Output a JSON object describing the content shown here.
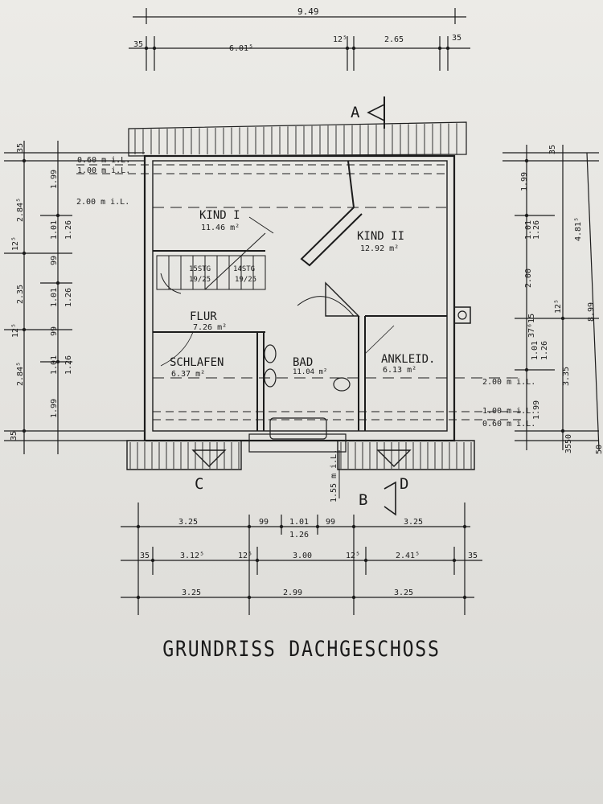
{
  "title": "GRUNDRISS DACHGESCHOSS",
  "dimensions": {
    "top_total": "9.49",
    "top_row": [
      "35",
      "6.01⁵",
      "12⁵",
      "2.65",
      "35"
    ],
    "bottom_row1": [
      "3.25",
      "99",
      "1.01",
      "99",
      "3.25"
    ],
    "bottom_row1_sub": "1.26",
    "bottom_row2": [
      "35",
      "3.12⁵",
      "12⁵",
      "3.00",
      "12⁵",
      "2.41⁵",
      "35"
    ],
    "bottom_row3": [
      "3.25",
      "2.99",
      "3.25"
    ],
    "left_outer": [
      "35",
      "2.84⁵",
      "12⁵",
      "2.35",
      "12⁵",
      "2.84⁵",
      "35"
    ],
    "left_inner": [
      "1.99",
      "1.01",
      "99",
      "1.01",
      "99",
      "1.01",
      "1.99"
    ],
    "left_inner2": [
      "1.26",
      "1.26",
      "1.26"
    ],
    "right_outer": [
      "35",
      "4.81⁵",
      "12⁵",
      "3.35",
      "50",
      "35"
    ],
    "right_inner": [
      "1.99",
      "1.01",
      "2.00",
      "1.01",
      "1.99"
    ],
    "right_inner2": [
      "1.26",
      "37⁶15",
      "1.26"
    ],
    "right_total": "8.99",
    "right_edge": "50"
  },
  "heights": {
    "h060_left": "0.60 m i.L.",
    "h100_left": "1.00 m i.L.",
    "h200_left": "2.00 m i.L.",
    "h200_right": "2.00 m i.L.",
    "h100_right": "1.00 m i.L.",
    "h060_right": "0.60 m i.L.",
    "h155": "1.55 m i.L."
  },
  "rooms": [
    {
      "id": "kind1",
      "name": "KIND I",
      "area": "11.46 m²"
    },
    {
      "id": "kind2",
      "name": "KIND II",
      "area": "12.92 m²"
    },
    {
      "id": "flur",
      "name": "FLUR",
      "area": "7.26 m²"
    },
    {
      "id": "schlafen",
      "name": "SCHLAFEN",
      "area": "6.37 m²"
    },
    {
      "id": "bad",
      "name": "BAD",
      "area": "11.04 m²"
    },
    {
      "id": "ankleid",
      "name": "ANKLEID.",
      "area": "6.13 m²"
    }
  ],
  "stairs": {
    "left_a": "15STG",
    "left_b": "19/25",
    "right_a": "14STG",
    "right_b": "19/25"
  },
  "sections": {
    "a": "A",
    "b": "B",
    "c": "C",
    "d": "D"
  }
}
